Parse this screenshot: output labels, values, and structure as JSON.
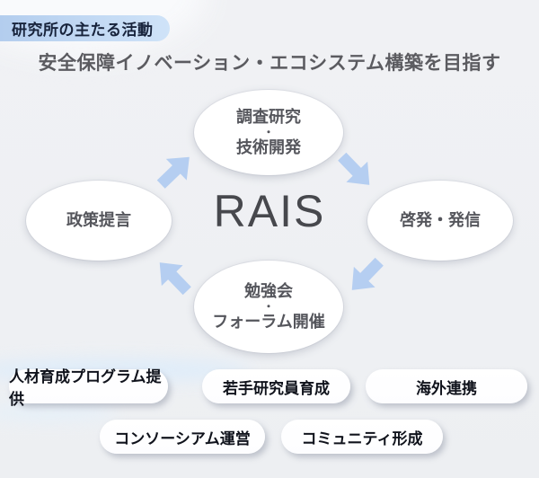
{
  "badge": {
    "label": "研究所の主たる活動"
  },
  "title": "安全保障イノベーション・エコシステム構築を目指す",
  "cycle": {
    "center": "RAIS",
    "flow": "clockwise",
    "top": {
      "lines": [
        "調査研究",
        "・",
        "技術開発"
      ]
    },
    "right": {
      "lines": [
        "啓発・発信"
      ]
    },
    "bottom": {
      "lines": [
        "勉強会",
        "・",
        "フォーラム開催"
      ]
    },
    "left": {
      "lines": [
        "政策提言"
      ]
    }
  },
  "pills": {
    "row1": [
      "人材育成プログラム提供",
      "若手研究員育成",
      "海外連携"
    ],
    "row2": [
      "コンソーシアム運営",
      "コミュニティ形成"
    ]
  },
  "icons": {
    "arrows": [
      "arrow-up-right-icon",
      "arrow-down-right-icon",
      "arrow-down-left-icon",
      "arrow-up-left-icon"
    ]
  },
  "colors": {
    "background": "#eef0f3",
    "badge_gradient_start": "#b3cdee",
    "badge_gradient_end": "#cfe3f8",
    "badge_text": "#17233b",
    "title_text": "#5b5b60",
    "node_fill": "#ffffff",
    "node_text": "#55565c",
    "center_text": "#47484d",
    "arrow_blue": "#b5cef1",
    "pill_text": "#10131c"
  }
}
